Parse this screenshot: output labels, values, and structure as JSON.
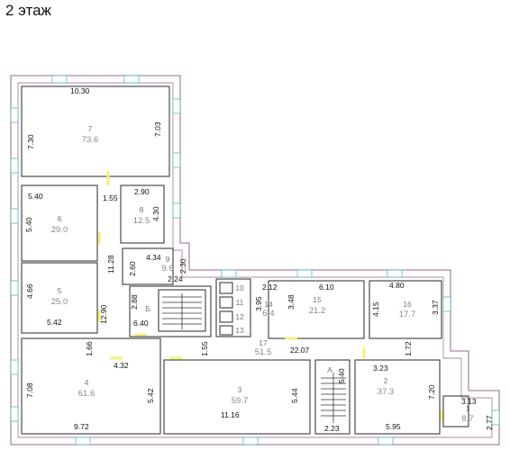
{
  "title": "2 этаж",
  "rooms": [
    {
      "id": "r7",
      "number": "7",
      "area": "73.6"
    },
    {
      "id": "r6",
      "number": "6",
      "area": "29.0"
    },
    {
      "id": "r8",
      "number": "8",
      "area": "12.5"
    },
    {
      "id": "r9",
      "number": "9",
      "area": "9.6"
    },
    {
      "id": "r5",
      "number": "5",
      "area": "25.0"
    },
    {
      "id": "rB",
      "number": "Б",
      "area": ""
    },
    {
      "id": "r10",
      "number": "10",
      "area": ""
    },
    {
      "id": "r11",
      "number": "11",
      "area": ""
    },
    {
      "id": "r12",
      "number": "12",
      "area": ""
    },
    {
      "id": "r13",
      "number": "13",
      "area": ""
    },
    {
      "id": "r14",
      "number": "14",
      "area": "6.4"
    },
    {
      "id": "r15",
      "number": "15",
      "area": "21.2"
    },
    {
      "id": "r16",
      "number": "16",
      "area": "17.7"
    },
    {
      "id": "r17",
      "number": "17",
      "area": "51.5"
    },
    {
      "id": "r4",
      "number": "4",
      "area": "61.6"
    },
    {
      "id": "r3",
      "number": "3",
      "area": "59.7"
    },
    {
      "id": "rA",
      "number": "А",
      "area": ""
    },
    {
      "id": "r2",
      "number": "2",
      "area": "37.3"
    },
    {
      "id": "r1",
      "number": "1",
      "area": "8.7"
    }
  ],
  "dimensions": {
    "d_10_30": "10.30",
    "d_7_30": "7.30",
    "d_7_03": "7.03",
    "d_5_40a": "5.40",
    "d_5_40b": "5.40",
    "d_1_55a": "1.55",
    "d_2_90": "2.90",
    "d_4_30": "4.30",
    "d_11_28": "11.28",
    "d_4_34": "4.34",
    "d_2_60": "2.60",
    "d_2_30": "2.30",
    "d_2_24": "2.24",
    "d_4_66": "4.66",
    "d_5_42a": "5.42",
    "d_12_90": "12.90",
    "d_2_88": "2.88",
    "d_6_40": "6.40",
    "d_2_12": "2.12",
    "d_3_95": "3.95",
    "d_3_48": "3.48",
    "d_6_10": "6.10",
    "d_4_80": "4.80",
    "d_4_15": "4.15",
    "d_3_37": "3.37",
    "d_1_66": "1.66",
    "d_1_55b": "1.55",
    "d_22_07": "22.07",
    "d_4_32": "4.32",
    "d_1_72": "1.72",
    "d_3_23": "3.23",
    "d_7_08": "7.08",
    "d_5_42b": "5.42",
    "d_9_72": "9.72",
    "d_11_16": "11.16",
    "d_5_44": "5.44",
    "d_5_40c": "5.40",
    "d_2_23": "2.23",
    "d_7_20": "7.20",
    "d_5_95": "5.95",
    "d_3_13": "3.13",
    "d_2_77": "2.77"
  }
}
